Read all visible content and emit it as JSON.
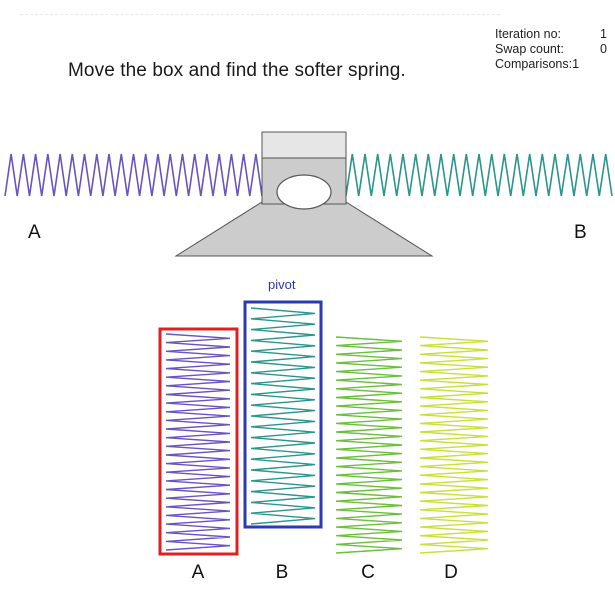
{
  "instruction": "Move the box and find the softer spring.",
  "stats": [
    {
      "label": "Iteration no:",
      "value": "1"
    },
    {
      "label": "Swap count:",
      "value": "0"
    },
    {
      "label": "Comparisons:",
      "value": "1"
    }
  ],
  "balance": {
    "left_label": "A",
    "right_label": "B",
    "left_spring_color": "#6a55c0",
    "right_spring_color": "#2b958e",
    "box_color": "#cccccc",
    "box_top_color": "#e6e6e6"
  },
  "pivot_label": "pivot",
  "springs": [
    {
      "label": "A",
      "color": "#6a55c0",
      "frame": "selected"
    },
    {
      "label": "B",
      "color": "#2b958e",
      "frame": "pivot"
    },
    {
      "label": "C",
      "color": "#6abf3c",
      "frame": "none"
    },
    {
      "label": "D",
      "color": "#c8e03c",
      "frame": "none"
    }
  ],
  "colors": {
    "selected_frame": "#e02020",
    "pivot_frame": "#2a3ab0"
  }
}
